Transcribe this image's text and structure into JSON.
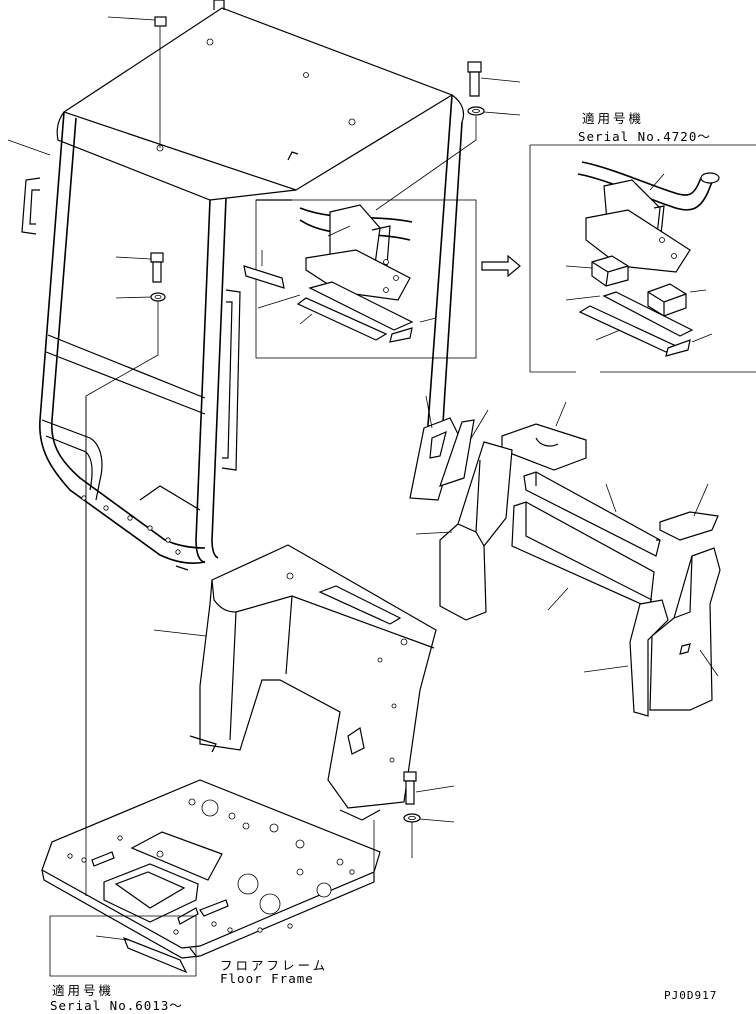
{
  "labels": {
    "upper_serial_jp": "適用号機",
    "upper_serial_en": "Serial No.4720～",
    "floor_frame_jp": "フロアフレーム",
    "floor_frame_en": "Floor Frame",
    "lower_serial_jp": "適用号機",
    "lower_serial_en": "Serial No.6013～",
    "drawing_code": "PJ0D917"
  }
}
